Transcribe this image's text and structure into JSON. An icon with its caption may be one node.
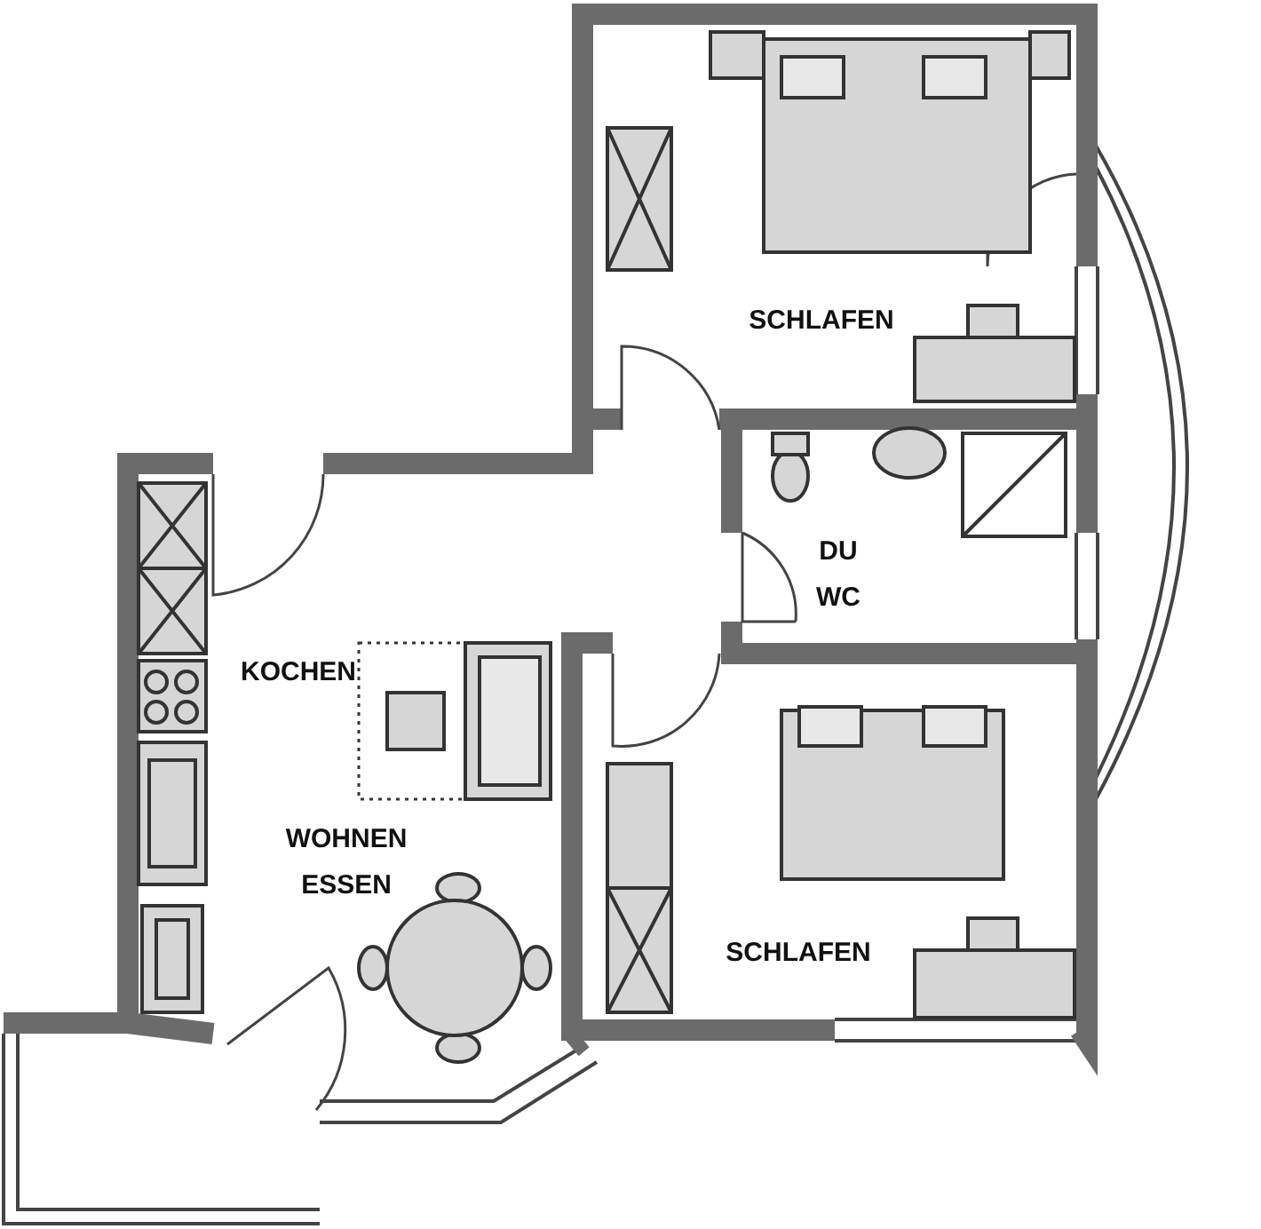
{
  "diagram": {
    "labels": [
      "SCHLAFEN",
      "DU WC",
      "KOCHEN",
      "WOHNEN ESSEN",
      "SCHLAFEN"
    ]
  }
}
